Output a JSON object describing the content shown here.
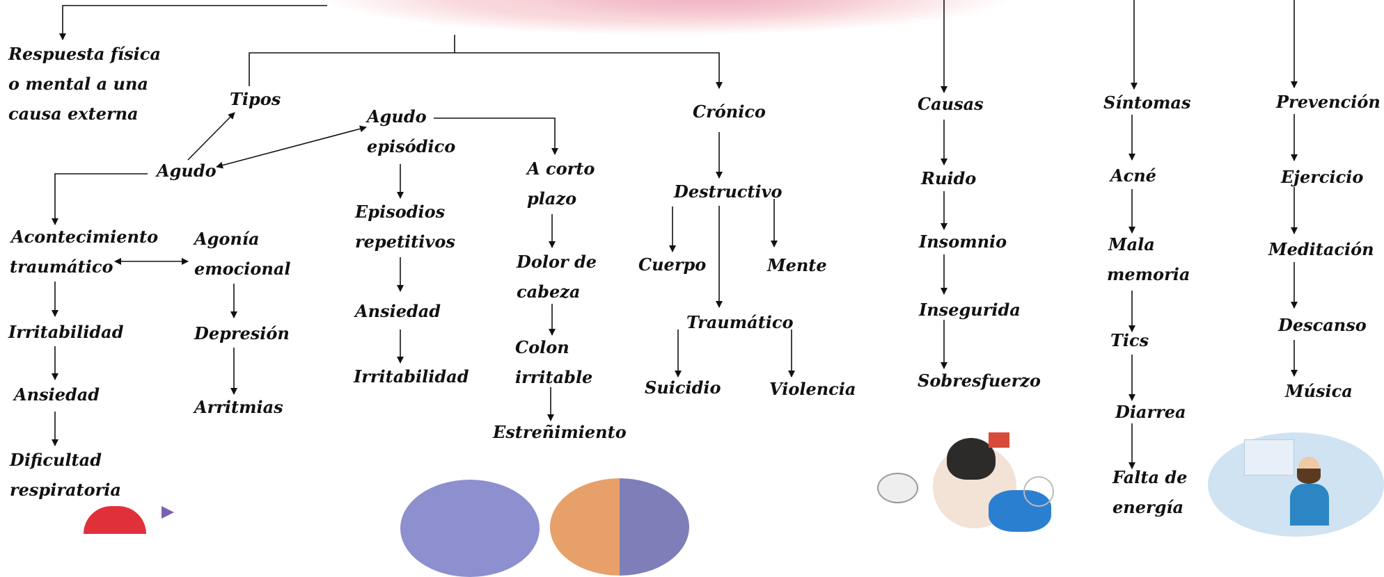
{
  "diagram": {
    "definition": [
      "Respuesta física",
      "o mental a una",
      "causa externa"
    ],
    "tipos": "Tipos",
    "agudo": "Agudo",
    "agudo_episodico": [
      "Agudo",
      "episódico"
    ],
    "cronico": "Crónico",
    "acontecimiento": [
      "Acontecimiento",
      "traumático"
    ],
    "agonia": [
      "Agonía",
      "emocional"
    ],
    "irritabilidad_1": "Irritabilidad",
    "ansiedad_1": "Ansiedad",
    "dificultad": [
      "Dificultad",
      "respiratoria"
    ],
    "depresion": "Depresión",
    "arritmias": "Arritmias",
    "episodios": [
      "Episodios",
      "repetitivos"
    ],
    "ansiedad_2": "Ansiedad",
    "irritabilidad_2": "Irritabilidad",
    "corto_plazo": [
      "A corto",
      "plazo"
    ],
    "dolor_cabeza": [
      "Dolor de",
      "cabeza"
    ],
    "colon": [
      "Colon",
      "irritable"
    ],
    "estrenimiento": "Estreñimiento",
    "destructivo": "Destructivo",
    "cuerpo": "Cuerpo",
    "mente": "Mente",
    "traumatico": "Traumático",
    "suicidio": "Suicidio",
    "violencia": "Violencia",
    "causas": {
      "title": "Causas",
      "items": [
        "Ruido",
        "Insomnio",
        "Insegurida",
        "Sobresfuerzo"
      ]
    },
    "sintomas": {
      "title": "Síntomas",
      "items": [
        "Acné",
        "Mala",
        "memoria",
        "Tics",
        "Diarrea",
        "Falta de",
        "energía"
      ]
    },
    "prevencion": {
      "title": "Prevención",
      "items": [
        "Ejercicio",
        "Meditación",
        "Descanso",
        "Música"
      ]
    }
  },
  "colors": {
    "title_pink": "#e7a1b8",
    "lines": "#111111"
  }
}
